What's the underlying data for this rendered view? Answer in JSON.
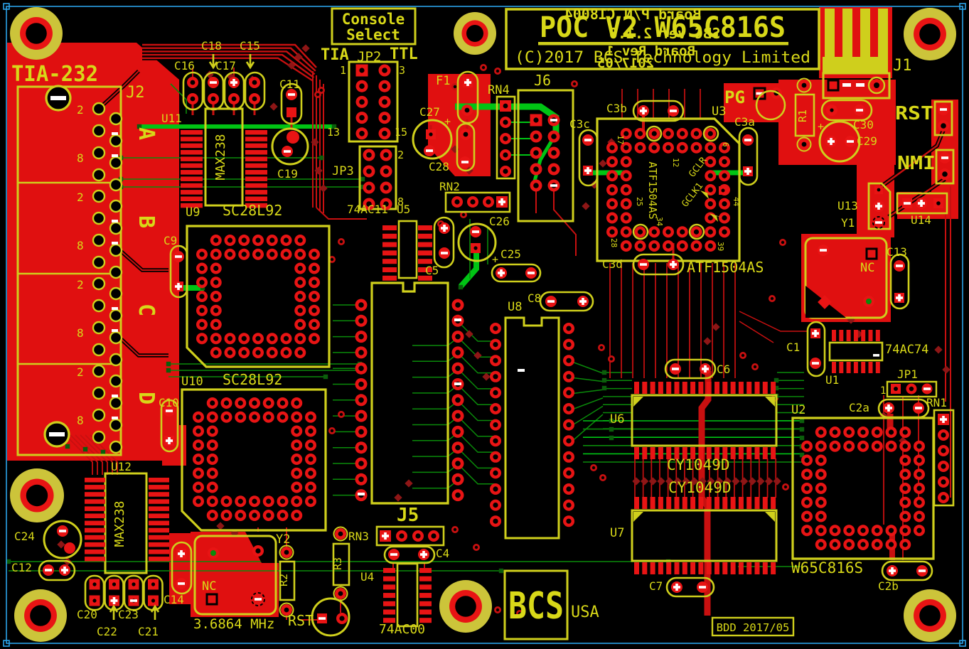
{
  "title_block": {
    "title": "POC V2 W65C816S",
    "subtitle": "(C)2017 BCS Technology Limited",
    "back_silkscreen": [
      "Board P/N C18004",
      "SBC ver 2.1.0",
      "Board Rev 1",
      "2017/05"
    ]
  },
  "console_select": {
    "line1": "Console",
    "line2": "Select",
    "left": "TIA",
    "center": "JP2",
    "right": "TTL"
  },
  "logo": {
    "bcs": "BCS",
    "usa": "USA"
  },
  "date_stamp": "BDD 2017/05",
  "labels": {
    "tia232": "TIA-232",
    "j2": "J2",
    "port_a": "A",
    "port_b": "B",
    "port_c": "C",
    "port_d": "D",
    "pin1": "1",
    "pin2": "2",
    "pin3": "3",
    "pin6": "6",
    "pin8": "8",
    "pin12": "12",
    "pin13": "13",
    "pin15": "15",
    "pin17": "17",
    "pin25": "25",
    "pin28": "28",
    "pin34": "34",
    "pin39": "39",
    "pin44": "44",
    "u1": "U1",
    "u2": "U2",
    "u3": "U3",
    "u4": "U4",
    "u5": "U5",
    "u6": "U6",
    "u7": "U7",
    "u8": "U8",
    "u9": "U9",
    "u10": "U10",
    "u11": "U11",
    "u12": "U12",
    "u13": "U13",
    "u14": "U14",
    "c1": "C1",
    "c2a": "C2a",
    "c2b": "C2b",
    "c3a": "C3a",
    "c3b": "C3b",
    "c3c": "C3c",
    "c3d": "C3d",
    "c4": "C4",
    "c5": "C5",
    "c6": "C6",
    "c7": "C7",
    "c8": "C8",
    "c9": "C9",
    "c10": "C10",
    "c11": "C11",
    "c12": "C12",
    "c13": "C13",
    "c14": "C14",
    "c15": "C15",
    "c16": "C16",
    "c17": "C17",
    "c18": "C18",
    "c19": "C19",
    "c20": "C20",
    "c21": "C21",
    "c22": "C22",
    "c23": "C23",
    "c24": "C24",
    "c25": "C25",
    "c26": "C26",
    "c27": "C27",
    "c28": "C28",
    "c29": "C29",
    "c30": "C30",
    "r1": "R1",
    "r2": "R2",
    "r3": "R3",
    "rn1": "RN1",
    "rn2": "RN2",
    "rn3": "RN3",
    "rn4": "RN4",
    "j1": "J1",
    "j5": "J5",
    "j6": "J6",
    "jp1": "JP1",
    "jp2": "JP2",
    "jp3": "JP3",
    "f1": "F1",
    "y1": "Y1",
    "y2": "Y2",
    "pg": "PG",
    "rst": "RST",
    "nmi": "NMI",
    "nc": "NC",
    "max238": "MAX238",
    "sc28l92": "SC28L92",
    "atf1504as": "ATF1504AS",
    "cy1049d": "CY1049D",
    "ic74ac00": "74AC00",
    "ic74ac11": "74AC11",
    "ic74ac74": "74AC74",
    "w65c816s": "W65C816S",
    "mhz": "3.6864 MHz",
    "gclr": "GCLR",
    "gclk1": "GCLK1",
    "plus": "+"
  },
  "colors": {
    "copper": "#e01010",
    "silkscreen": "#d6d618",
    "trace_green": "#00c414",
    "frame_blue": "#2aa2e8"
  }
}
